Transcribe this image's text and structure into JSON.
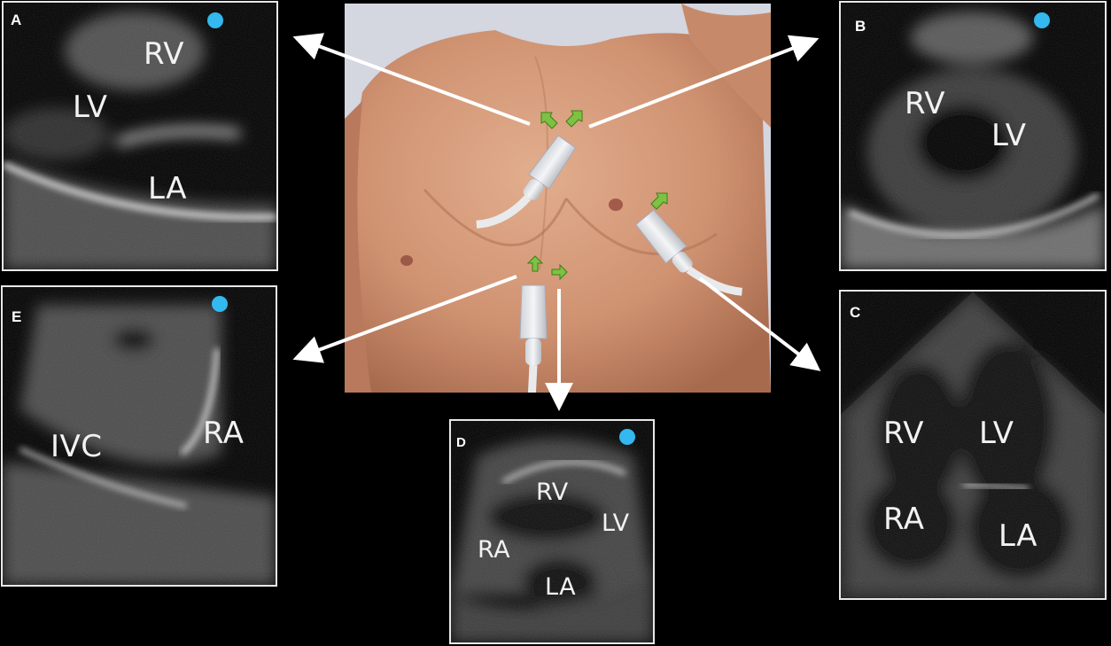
{
  "panels": {
    "A": {
      "letter": "A",
      "labels": {
        "rv": "RV",
        "lv": "LV",
        "la": "LA"
      }
    },
    "B": {
      "letter": "B",
      "labels": {
        "rv": "RV",
        "lv": "LV"
      }
    },
    "C": {
      "letter": "C",
      "labels": {
        "rv": "RV",
        "lv": "LV",
        "ra": "RA",
        "la": "LA"
      }
    },
    "D": {
      "letter": "D",
      "labels": {
        "rv": "RV",
        "lv": "LV",
        "ra": "RA",
        "la": "LA"
      }
    },
    "E": {
      "letter": "E",
      "labels": {
        "ivc": "IVC",
        "ra": "RA"
      }
    }
  },
  "icons": {
    "orientation_marker": "blue-dot-icon",
    "rotation_arrow": "green-arrow-icon",
    "probe": "ultrasound-probe-icon"
  },
  "colors": {
    "marker": "#33b8ef",
    "rotation_arrow": "#7dc242",
    "skin": "#d49a7a",
    "background": "#000000",
    "arrow": "#ffffff"
  }
}
